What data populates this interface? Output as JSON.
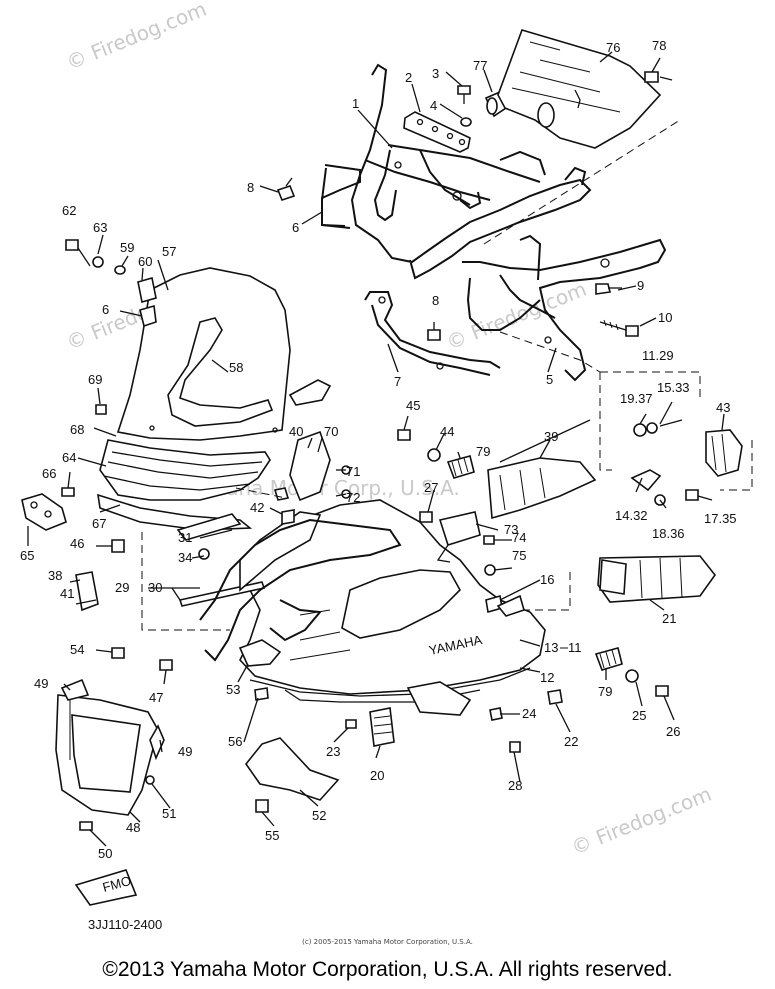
{
  "diagram": {
    "part_code": "3JJ110-2400",
    "small_copyright": "(c) 2005-2015 Yamaha Motor Corporation, U.S.A.",
    "footer_copyright": "©2013 Yamaha Motor Corporation, U.S.A. All rights reserved.",
    "badge_text": "FMO",
    "emblem_text": "YAMAHA",
    "watermarks": [
      "© Firedog.com",
      "© Firedog.com",
      "© Firedog.com",
      "© Firedog.com",
      "Yamaha Motor Corp., U.S.A."
    ],
    "callouts": [
      "1",
      "2",
      "3",
      "4",
      "5",
      "6",
      "6",
      "7",
      "8",
      "8",
      "9",
      "10",
      "11.29",
      "12",
      "13",
      "11",
      "15.33",
      "16",
      "14.32",
      "17.35",
      "18.36",
      "19.37",
      "20",
      "21",
      "22",
      "23",
      "24",
      "25",
      "26",
      "27",
      "28",
      "29",
      "30",
      "31",
      "34",
      "38",
      "39",
      "40",
      "41",
      "42",
      "43",
      "44",
      "45",
      "46",
      "47",
      "48",
      "49",
      "49",
      "50",
      "51",
      "52",
      "53",
      "54",
      "55",
      "56",
      "57",
      "58",
      "59",
      "60",
      "62",
      "63",
      "64",
      "65",
      "66",
      "67",
      "68",
      "69",
      "70",
      "71",
      "72",
      "73",
      "74",
      "75",
      "76",
      "77",
      "78",
      "79",
      "79"
    ]
  }
}
